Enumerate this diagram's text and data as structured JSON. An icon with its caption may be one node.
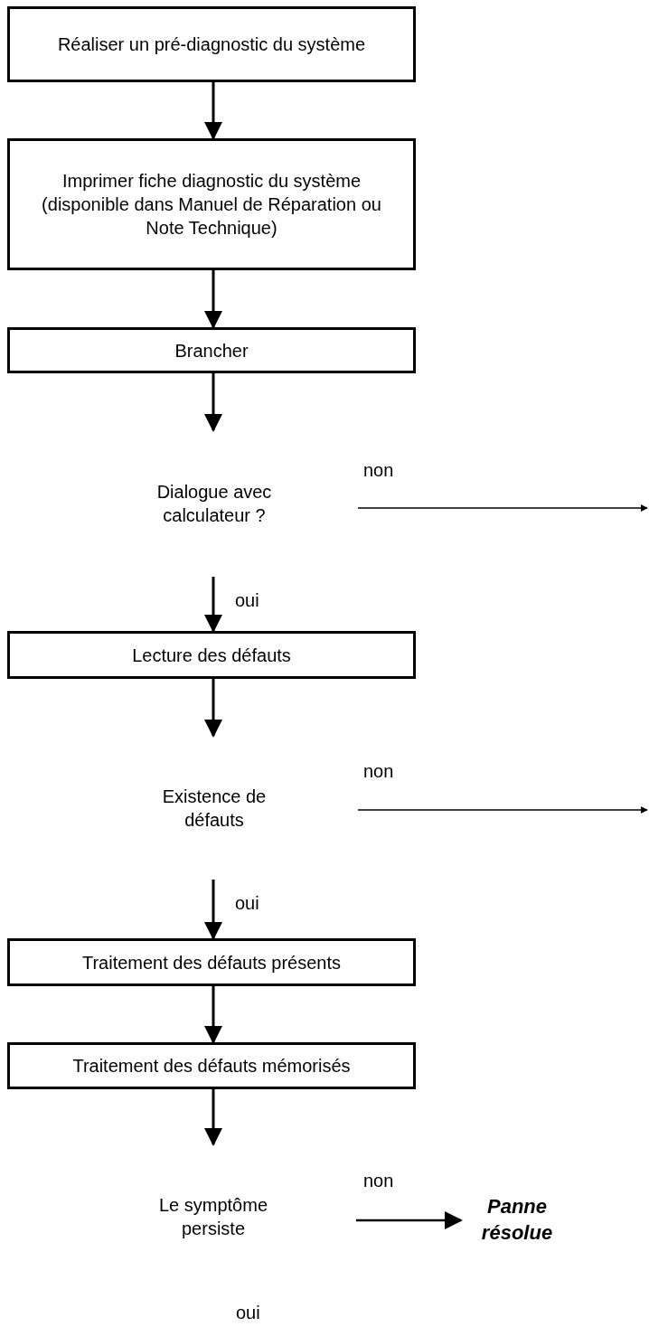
{
  "diagram": {
    "nodes": [
      {
        "text": [
          "Réaliser un pré-diagnostic du système"
        ]
      },
      {
        "text": [
          "Imprimer fiche diagnostic du système (disponible dans Manuel de Réparation ou Note Technique)"
        ]
      },
      {
        "text": [
          "Brancher"
        ]
      },
      {
        "text": [
          "Dialogue avec calculateur ?"
        ]
      },
      {
        "text": [
          "Lecture des défauts"
        ]
      },
      {
        "text": [
          "Existence de défauts"
        ]
      },
      {
        "text": [
          "Traitement des défauts présents"
        ]
      },
      {
        "text": [
          "Traitement des défauts mémorisés"
        ]
      },
      {
        "text": [
          "Le symptôme persiste"
        ]
      },
      {
        "text": [
          "Panne résolue"
        ]
      }
    ],
    "edges": [
      {
        "from": 0,
        "to": 1,
        "arrow": "to"
      },
      {
        "from": 1,
        "to": 2,
        "arrow": "to"
      },
      {
        "from": 2,
        "to": 3,
        "arrow": "to"
      },
      {
        "from": 3,
        "to": null,
        "arrow": "to",
        "label": "non"
      },
      {
        "from": 3,
        "to": 4,
        "arrow": "to",
        "label": "oui"
      },
      {
        "from": 4,
        "to": 5,
        "arrow": "to"
      },
      {
        "from": 5,
        "to": null,
        "arrow": "to",
        "label": "non"
      },
      {
        "from": 5,
        "to": 6,
        "arrow": "to",
        "label": "oui"
      },
      {
        "from": 6,
        "to": 7,
        "arrow": "to"
      },
      {
        "from": 7,
        "to": 8,
        "arrow": "to"
      },
      {
        "from": 8,
        "to": 9,
        "arrow": "to",
        "label": "non"
      }
    ],
    "labels": [
      "oui"
    ]
  }
}
